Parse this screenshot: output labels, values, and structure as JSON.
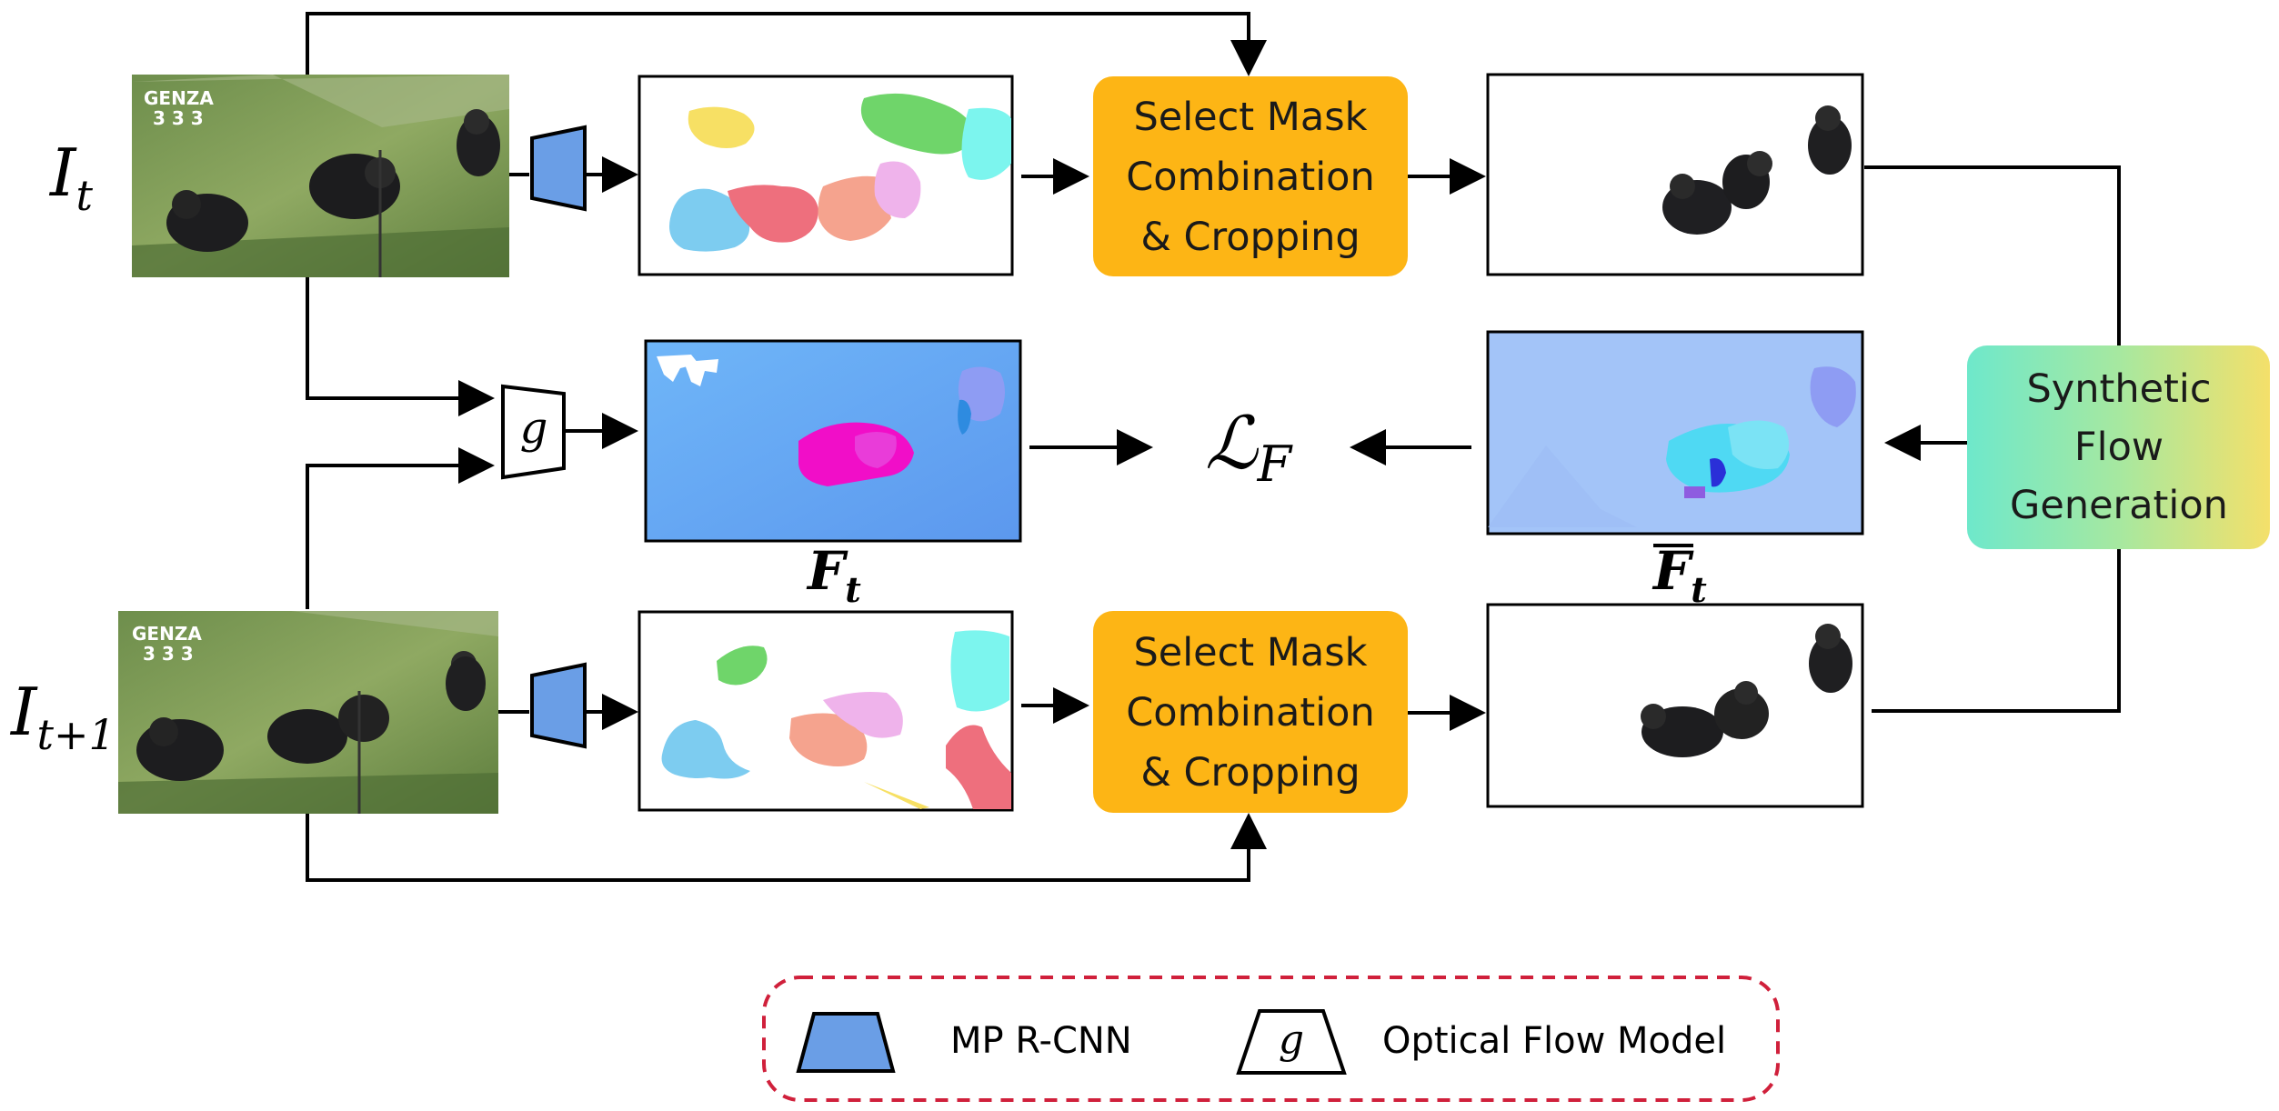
{
  "labels": {
    "frame_t_base": "I",
    "frame_t_sub": "t",
    "frame_t1_base": "I",
    "frame_t1_sub": "t+1",
    "flow_base": "F",
    "flow_sub": "t",
    "synth_flow_base": "F",
    "synth_flow_sub": "t",
    "loss_base": "ℒ",
    "loss_sub": "F",
    "g_symbol": "g",
    "thumb_name": "GENZA",
    "thumb_number": "3 3 3"
  },
  "boxes": {
    "select_top": [
      "Select Mask",
      "Combination",
      "& Cropping"
    ],
    "select_bottom": [
      "Select Mask",
      "Combination",
      "& Cropping"
    ],
    "synthetic": [
      "Synthetic",
      "Flow",
      "Generation"
    ]
  },
  "legend": {
    "mprcnn_label": "MP R-CNN",
    "g_symbol": "g",
    "flow_model_label": "Optical Flow Model"
  },
  "colors": {
    "select_box": "#FDB515",
    "mprcnn": "#6A9EE6",
    "legend_border": "#D0203B",
    "flow_bg": "#6FB2F7",
    "synth_bg": "#A3C4F8"
  },
  "icons": {
    "mprcnn": "trapezoid-blue",
    "flow_model": "trapezoid-outline"
  }
}
